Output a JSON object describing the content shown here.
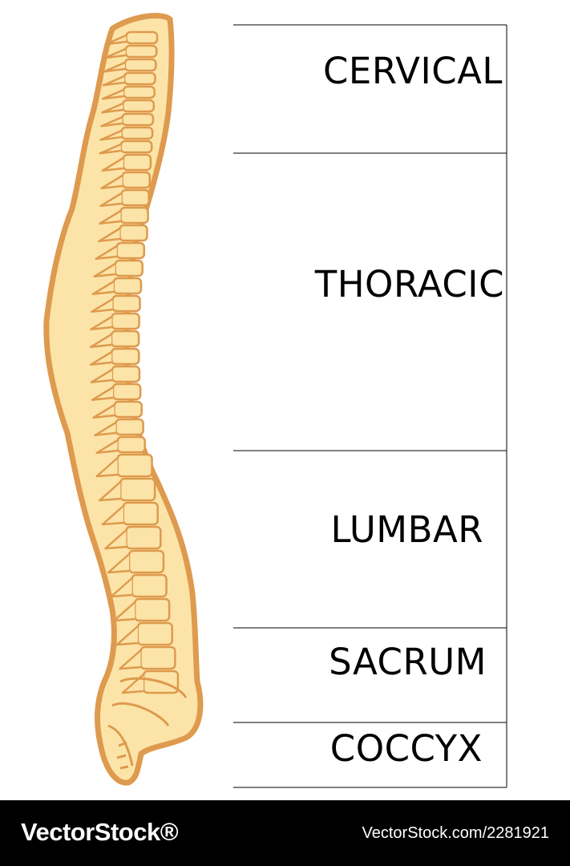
{
  "diagram": {
    "regions": [
      {
        "id": "cervical",
        "label": "CERVICAL"
      },
      {
        "id": "thoracic",
        "label": "THORACIC"
      },
      {
        "id": "lumbar",
        "label": "LUMBAR"
      },
      {
        "id": "sacrum",
        "label": "SACRUM"
      },
      {
        "id": "coccyx",
        "label": "COCCYX"
      }
    ]
  },
  "watermark": {
    "brand": "VectorStock®",
    "url": "VectorStock.com/2281921"
  },
  "colors": {
    "bone_fill": "#fce4a8",
    "bone_outline": "#de9a4e",
    "line": "#000000",
    "watermark_bg": "#000000",
    "watermark_text": "#ffffff"
  }
}
